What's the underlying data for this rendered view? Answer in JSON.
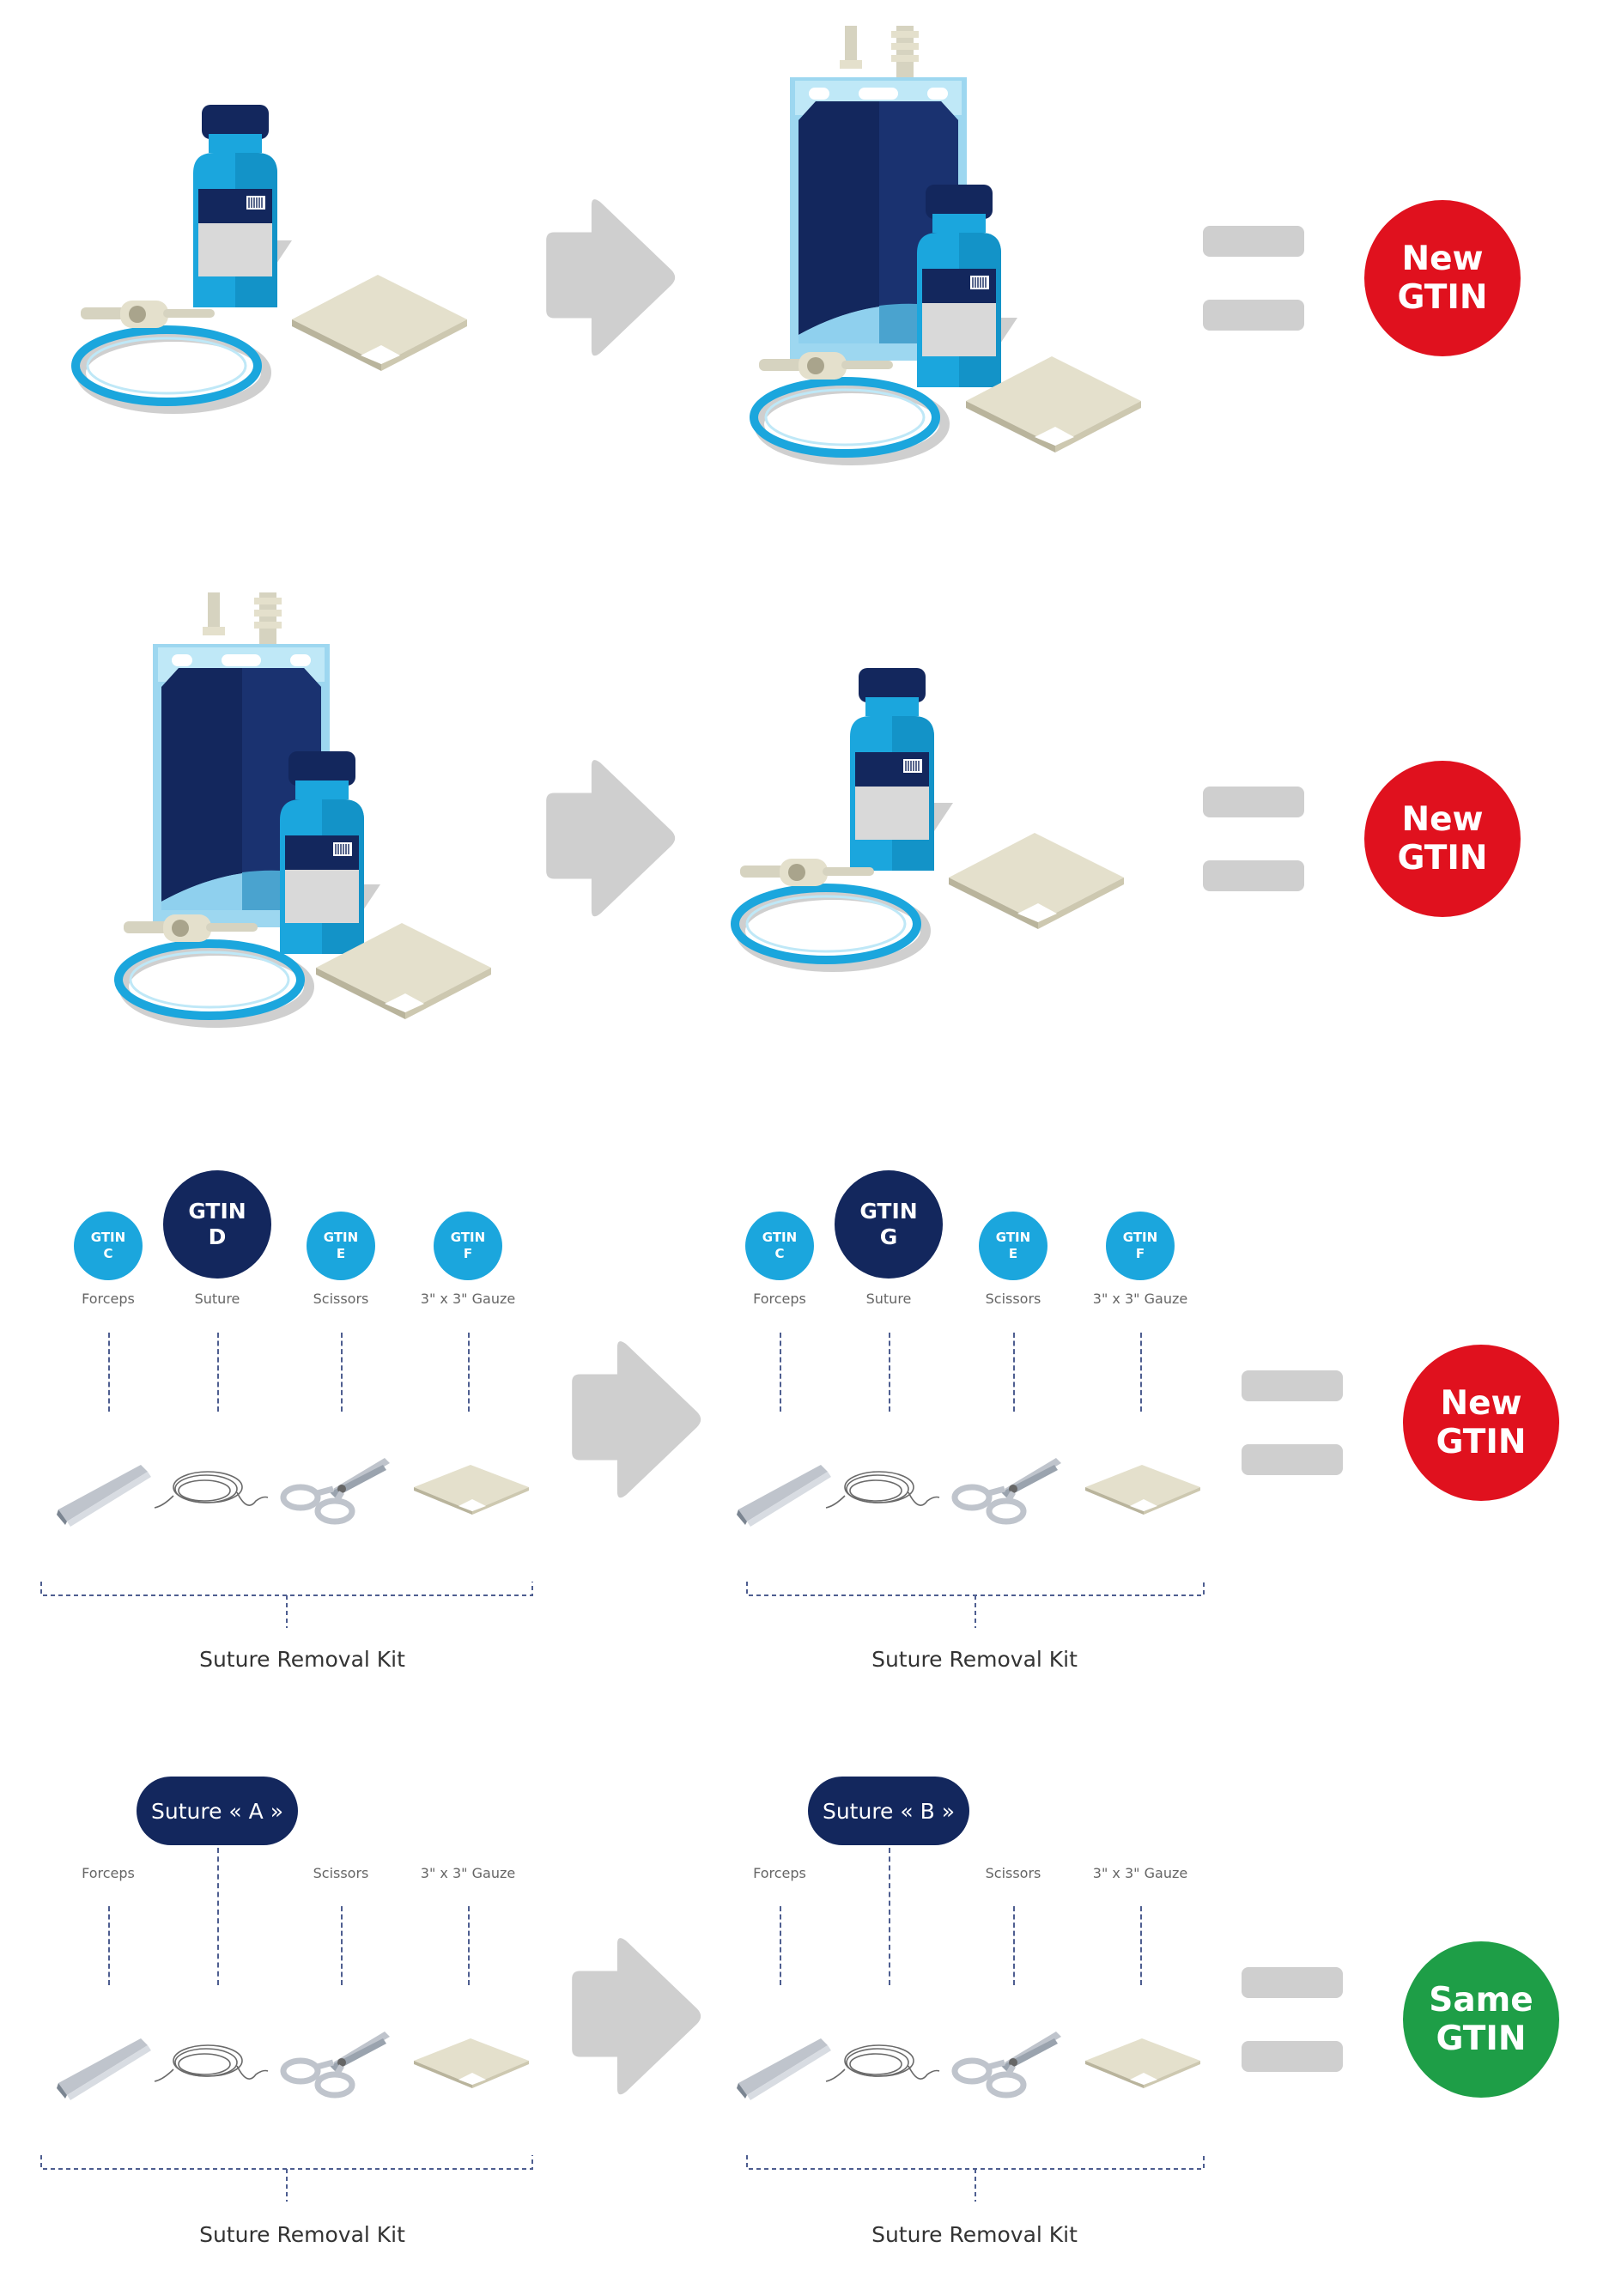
{
  "rows": [
    {
      "result": {
        "line1": "New",
        "line2": "GTIN",
        "color": "#e0111e"
      }
    },
    {
      "result": {
        "line1": "New",
        "line2": "GTIN",
        "color": "#e0111e"
      }
    },
    {
      "left": {
        "items": [
          {
            "gtin_line1": "GTIN",
            "gtin_line2": "C",
            "label": "Forceps"
          },
          {
            "gtin_line1": "GTIN",
            "gtin_line2": "D",
            "label": "Suture"
          },
          {
            "gtin_line1": "GTIN",
            "gtin_line2": "E",
            "label": "Scissors"
          },
          {
            "gtin_line1": "GTIN",
            "gtin_line2": "F",
            "label": "3\" x 3\" Gauze"
          }
        ],
        "kit_label": "Suture Removal Kit"
      },
      "right": {
        "items": [
          {
            "gtin_line1": "GTIN",
            "gtin_line2": "C",
            "label": "Forceps"
          },
          {
            "gtin_line1": "GTIN",
            "gtin_line2": "G",
            "label": "Suture"
          },
          {
            "gtin_line1": "GTIN",
            "gtin_line2": "E",
            "label": "Scissors"
          },
          {
            "gtin_line1": "GTIN",
            "gtin_line2": "F",
            "label": "3\" x 3\" Gauze"
          }
        ],
        "kit_label": "Suture Removal Kit"
      },
      "result": {
        "line1": "New",
        "line2": "GTIN",
        "color": "#e0111e"
      }
    },
    {
      "left": {
        "pill": "Suture « A »",
        "items": [
          {
            "label": "Forceps"
          },
          {
            "label": ""
          },
          {
            "label": "Scissors"
          },
          {
            "label": "3\" x 3\" Gauze"
          }
        ],
        "kit_label": "Suture Removal Kit"
      },
      "right": {
        "pill": "Suture « B »",
        "items": [
          {
            "label": "Forceps"
          },
          {
            "label": ""
          },
          {
            "label": "Scissors"
          },
          {
            "label": "3\" x 3\" Gauze"
          }
        ],
        "kit_label": "Suture Removal Kit"
      },
      "result": {
        "line1": "Same",
        "line2": "GTIN",
        "color": "#1e9e47"
      }
    }
  ],
  "colors": {
    "navy": "#13275d",
    "cyan": "#1ba6dd",
    "arrow": "#cfcfcf",
    "gauze": "#e4e0cc",
    "new_gtin": "#e0111e",
    "same_gtin": "#1e9e47"
  },
  "icons": [
    "vial-icon",
    "iv-bag-icon",
    "tubing-icon",
    "gauze-icon",
    "forceps-icon",
    "suture-icon",
    "scissors-icon",
    "arrow-icon"
  ]
}
